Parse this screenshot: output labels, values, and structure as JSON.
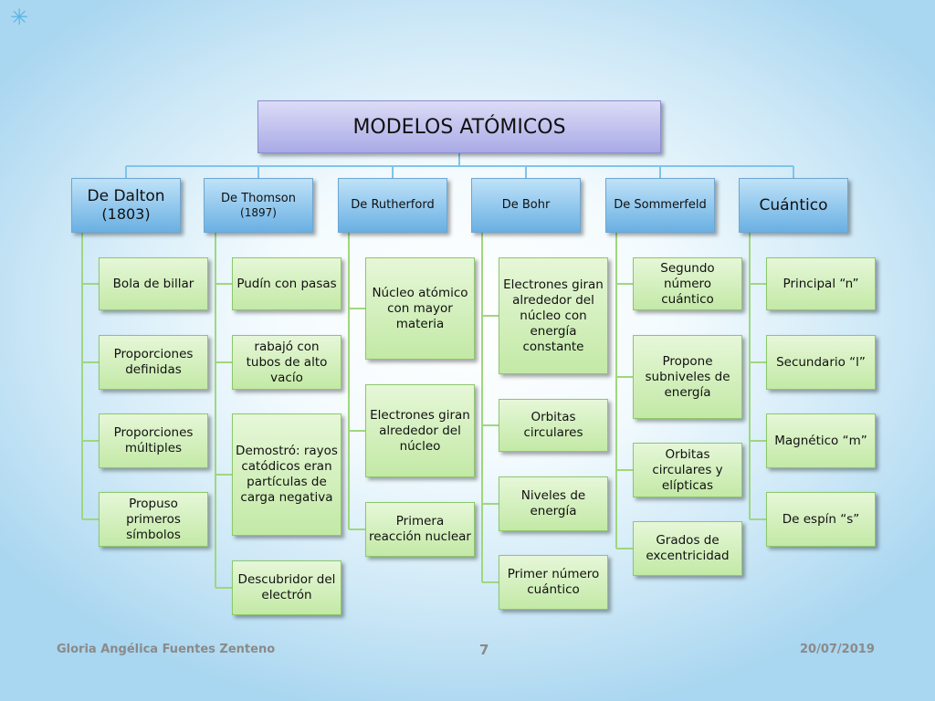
{
  "title": "MODELOS ATÓMICOS",
  "columns": [
    {
      "heading": "De Dalton",
      "subheading": "(1803)",
      "items": [
        "Bola de billar",
        "Proporciones definidas",
        "Proporciones múltiples",
        "Propuso primeros símbolos"
      ]
    },
    {
      "heading": "De Thomson",
      "subheading": "(1897)",
      "items": [
        "Pudín con pasas",
        "rabajó con tubos de alto vacío",
        "Demostró: rayos catódicos eran partículas de carga negativa",
        "Descubridor del electrón"
      ]
    },
    {
      "heading": "De Rutherford",
      "subheading": "",
      "items": [
        "Núcleo atómico con mayor materia",
        "Electrones giran alrededor del núcleo",
        "Primera reacción nuclear"
      ]
    },
    {
      "heading": "De Bohr",
      "subheading": "",
      "items": [
        "Electrones giran alrededor del núcleo con energía constante",
        "Orbitas circulares",
        "Niveles de energía",
        "Primer número cuántico"
      ]
    },
    {
      "heading": "De Sommerfeld",
      "subheading": "",
      "items": [
        "Segundo número cuántico",
        "Propone subniveles de energía",
        "Orbitas circulares y elípticas",
        "Grados de excentricidad"
      ]
    },
    {
      "heading": "Cuántico",
      "subheading": "",
      "items": [
        "Principal “n”",
        "Secundario “l”",
        "Magnético “m”",
        "De espín “s”"
      ]
    }
  ],
  "footer": {
    "author": "Gloria Angélica Fuentes Zenteno",
    "page": "7",
    "date": "20/07/2019"
  },
  "colors": {
    "title_fill": "#b9b9ee",
    "heading_fill": "#8ec8ef",
    "leaf_fill": "#d4f0bf",
    "connector_top": "#7fc4ec",
    "connector_leaf": "#9fd77e"
  },
  "icons": {
    "corner": "star-icon"
  }
}
